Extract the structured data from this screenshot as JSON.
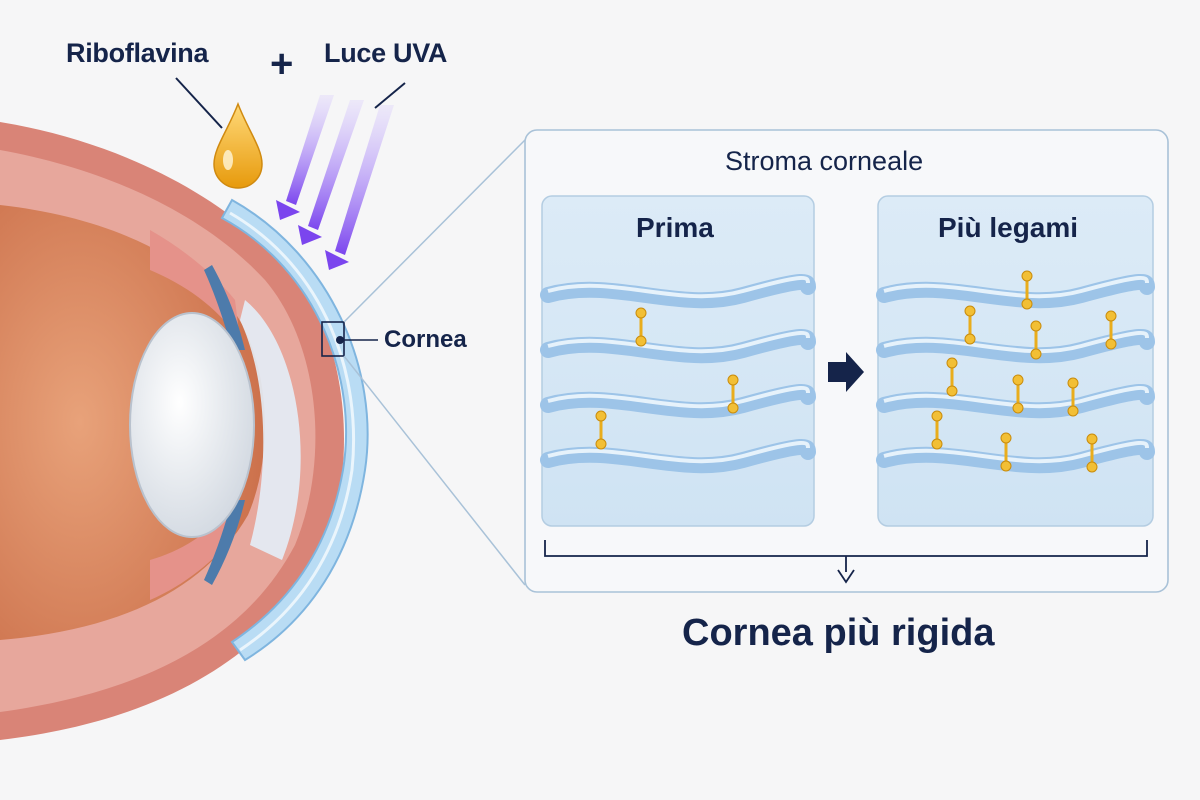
{
  "labels": {
    "riboflavin": "Riboflavina",
    "plus": "+",
    "uva_light": "Luce UVA",
    "cornea": "Cornea",
    "stroma_title": "Stroma corneale",
    "before": "Prima",
    "after": "Più legami",
    "result": "Cornea più rigida"
  },
  "colors": {
    "text": "#15244a",
    "riboflavin_drop": "#f0b21e",
    "uva_arrows": "#8d5cf0",
    "cornea_blue": "#b9dcf4",
    "fiber_blue": "#9dc4e8",
    "crosslink_gold": "#e9ad1c",
    "sclera_red": "#d9756a"
  },
  "crosslinks": {
    "before_count": 3,
    "after_count": 10
  }
}
